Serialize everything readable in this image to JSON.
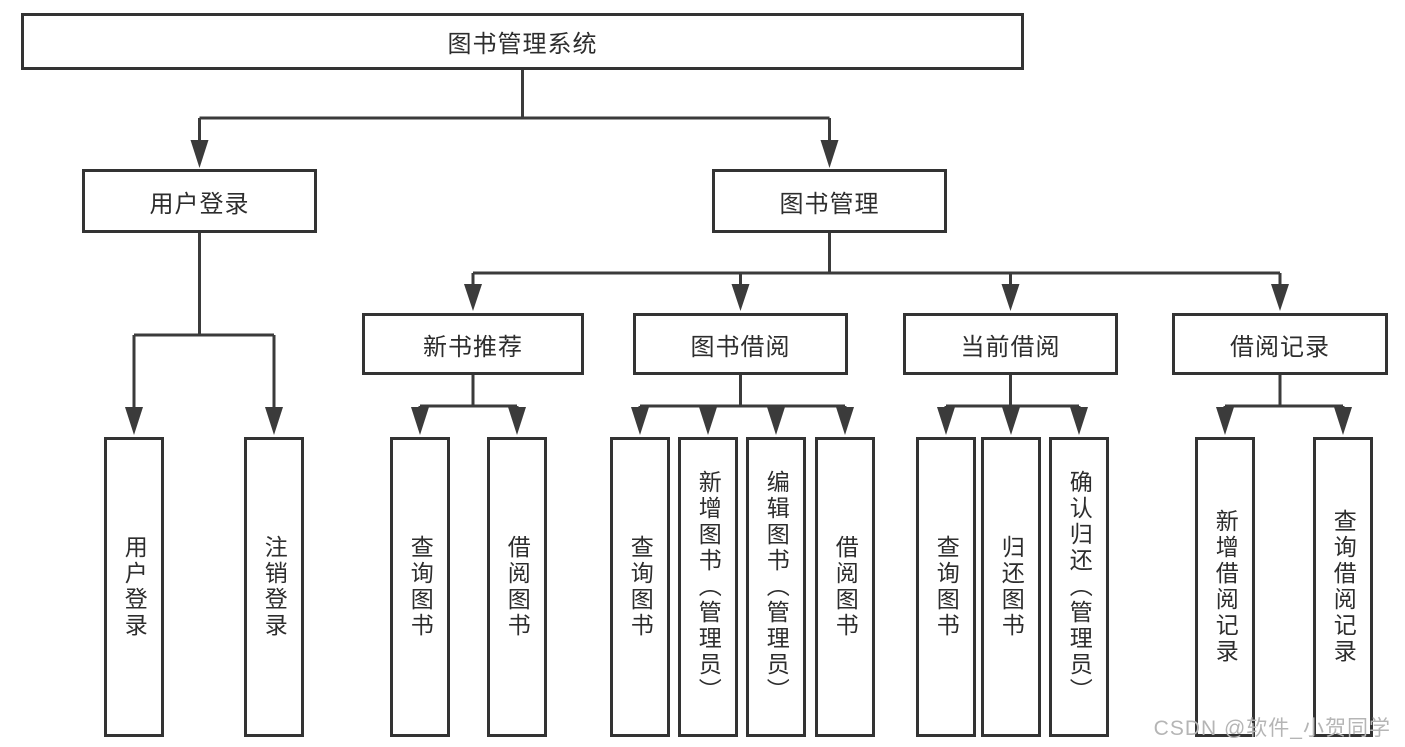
{
  "diagram": {
    "root": "图书管理系统",
    "login": {
      "label": "用户登录",
      "children": [
        "用户登录",
        "注销登录"
      ]
    },
    "mgmt": {
      "label": "图书管理",
      "sections": [
        {
          "label": "新书推荐",
          "children": [
            "查询图书",
            "借阅图书"
          ]
        },
        {
          "label": "图书借阅",
          "children": [
            "查询图书",
            "新增图书（管理员）",
            "编辑图书（管理员）",
            "借阅图书"
          ]
        },
        {
          "label": "当前借阅",
          "children": [
            "查询图书",
            "归还图书",
            "确认归还（管理员）"
          ]
        },
        {
          "label": "借阅记录",
          "children": [
            "新增借阅记录",
            "查询借阅记录"
          ]
        }
      ]
    }
  },
  "watermark": "CSDN @软件_小贺同学",
  "colors": {
    "line": "#3b3b3b",
    "box_border": "#333333",
    "text": "#2d2d2d",
    "watermark": "#b5b5b5",
    "background": "#ffffff"
  }
}
